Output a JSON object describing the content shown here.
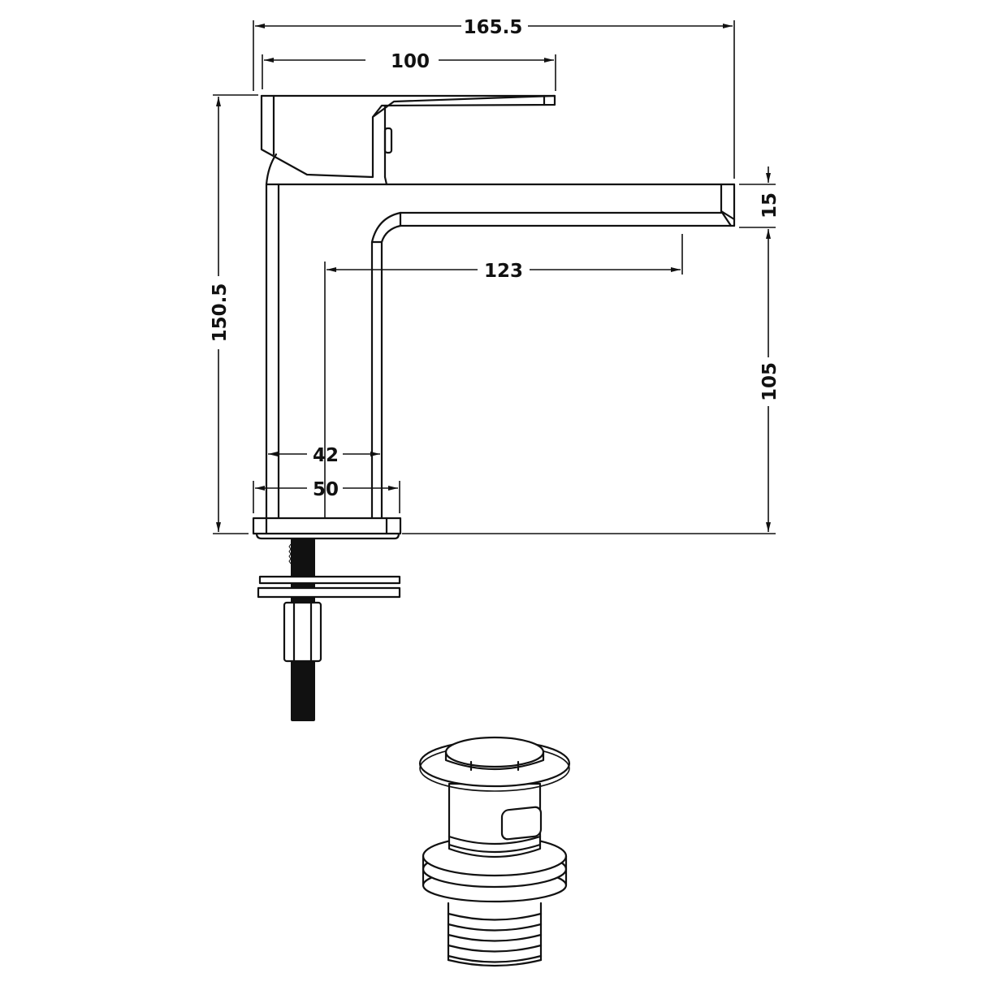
{
  "drawing": {
    "title": "Basin mixer tap technical drawing",
    "units": "mm",
    "line_color": "#111111",
    "background": "#ffffff"
  },
  "dimensions": {
    "overall_width": "165.5",
    "handle_length": "100",
    "overall_height": "150.5",
    "spout_thickness": "15",
    "spout_reach": "123",
    "spout_height": "105",
    "body_width": "42",
    "base_width": "50"
  },
  "components": [
    {
      "name": "mixer-tap-body"
    },
    {
      "name": "lever-handle"
    },
    {
      "name": "spout"
    },
    {
      "name": "threaded-fixing-stud"
    },
    {
      "name": "washers"
    },
    {
      "name": "fixing-nut"
    },
    {
      "name": "click-clack-waste"
    }
  ]
}
